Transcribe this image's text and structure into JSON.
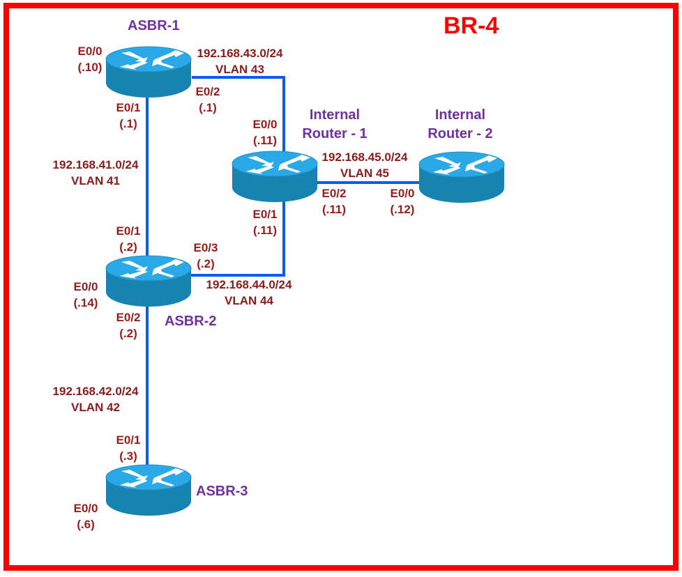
{
  "title": "BR-4",
  "colors": {
    "frame": "#ff0000",
    "link": "#0a5af5",
    "device_label": "#7030a0",
    "interface_label": "#9b1b1b",
    "router_top": "#2aa9e6",
    "router_side": "#1882b0"
  },
  "devices": [
    {
      "id": "asbr1",
      "name": "ASBR-1",
      "icon": "router-icon"
    },
    {
      "id": "ir1",
      "name": "Internal\nRouter - 1",
      "icon": "router-icon"
    },
    {
      "id": "ir2",
      "name": "Internal\nRouter - 2",
      "icon": "router-icon"
    },
    {
      "id": "asbr2",
      "name": "ASBR-2",
      "icon": "router-icon"
    },
    {
      "id": "asbr3",
      "name": "ASBR-3",
      "icon": "router-icon"
    }
  ],
  "device_labels": {
    "asbr1": "ASBR-1",
    "ir1_line1": "Internal",
    "ir1_line2": "Router - 1",
    "ir2_line1": "Internal",
    "ir2_line2": "Router - 2",
    "asbr2": "ASBR-2",
    "asbr3": "ASBR-3"
  },
  "links": [
    {
      "id": "vlan43",
      "from": "asbr1",
      "to": "ir1",
      "network": "192.168.43.0/24",
      "vlan": "VLAN 43"
    },
    {
      "id": "vlan41",
      "from": "asbr1",
      "to": "asbr2",
      "network": "192.168.41.0/24",
      "vlan": "VLAN 41"
    },
    {
      "id": "vlan44",
      "from": "asbr2",
      "to": "ir1",
      "network": "192.168.44.0/24",
      "vlan": "VLAN 44"
    },
    {
      "id": "vlan45",
      "from": "ir1",
      "to": "ir2",
      "network": "192.168.45.0/24",
      "vlan": "VLAN 45"
    },
    {
      "id": "vlan42",
      "from": "asbr2",
      "to": "asbr3",
      "network": "192.168.42.0/24",
      "vlan": "VLAN 42"
    }
  ],
  "interfaces": {
    "asbr1_e00": {
      "port": "E0/0",
      "ip": "(.10)"
    },
    "asbr1_e01": {
      "port": "E0/1",
      "ip": "(.1)"
    },
    "asbr1_e02": {
      "port": "E0/2",
      "ip": "(.1)"
    },
    "ir1_e00": {
      "port": "E0/0",
      "ip": "(.11)"
    },
    "ir1_e01": {
      "port": "E0/1",
      "ip": "(.11)"
    },
    "ir1_e02": {
      "port": "E0/2",
      "ip": "(.11)"
    },
    "ir2_e00": {
      "port": "E0/0",
      "ip": "(.12)"
    },
    "asbr2_e00": {
      "port": "E0/0",
      "ip": "(.14)"
    },
    "asbr2_e01": {
      "port": "E0/1",
      "ip": "(.2)"
    },
    "asbr2_e02": {
      "port": "E0/2",
      "ip": "(.2)"
    },
    "asbr2_e03": {
      "port": "E0/3",
      "ip": "(.2)"
    },
    "asbr3_e00": {
      "port": "E0/0",
      "ip": "(.6)"
    },
    "asbr3_e01": {
      "port": "E0/1",
      "ip": "(.3)"
    }
  }
}
